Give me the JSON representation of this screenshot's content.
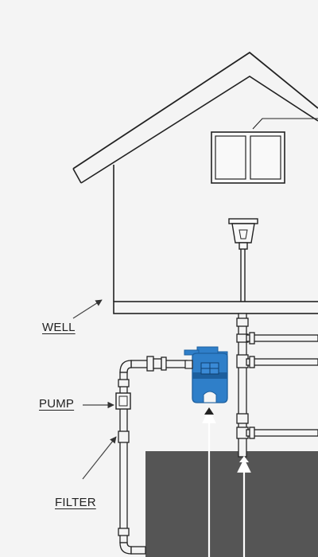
{
  "labels": {
    "well": "WELL",
    "pump": "PUMP",
    "filter": "FILTER"
  },
  "colors": {
    "background": "#f4f4f4",
    "line": "#222222",
    "tank_fill": "#2f7fc9",
    "tank_dark": "#1d5f9e",
    "ground": "#555555"
  },
  "icons": [
    "house-outline",
    "window-icon",
    "light-fixture-icon",
    "pump-tank-icon",
    "filter-fitting-icon",
    "arrow-icon"
  ]
}
